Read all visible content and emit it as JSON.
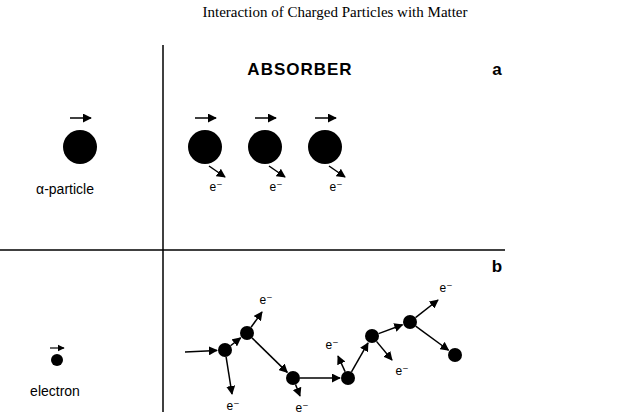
{
  "diagram": {
    "title": "Interaction of Charged Particles with Matter",
    "labels": [
      "ABSORBER",
      "a",
      "α-particle",
      "e⁻",
      "e⁻",
      "e⁻",
      "b",
      "electron",
      "e⁻",
      "e⁻",
      "e⁻",
      "e⁻",
      "e⁻",
      "e⁻"
    ]
  }
}
